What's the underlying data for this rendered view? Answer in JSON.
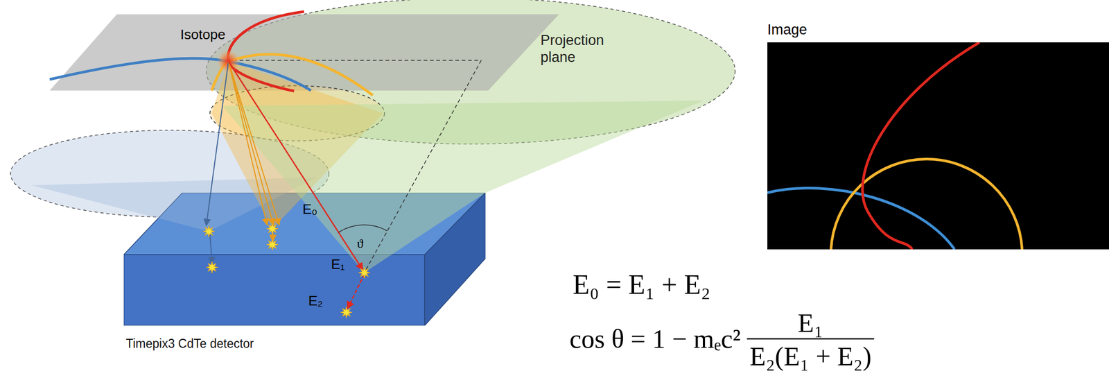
{
  "diagram": {
    "nodes": [
      {
        "text": [
          "Projection plane"
        ]
      },
      {
        "text": [
          "Image"
        ]
      },
      {
        "text": [
          "Timepix3 CdTe detector"
        ]
      }
    ],
    "labels": [
      "Isotope",
      "E₀",
      "ϑ",
      "E₁",
      "E₂",
      "E₀ = E₁ + E₂",
      "cos θ = 1 − mₑc²",
      "E₁",
      "E₂(E₁ + E₂)"
    ]
  }
}
